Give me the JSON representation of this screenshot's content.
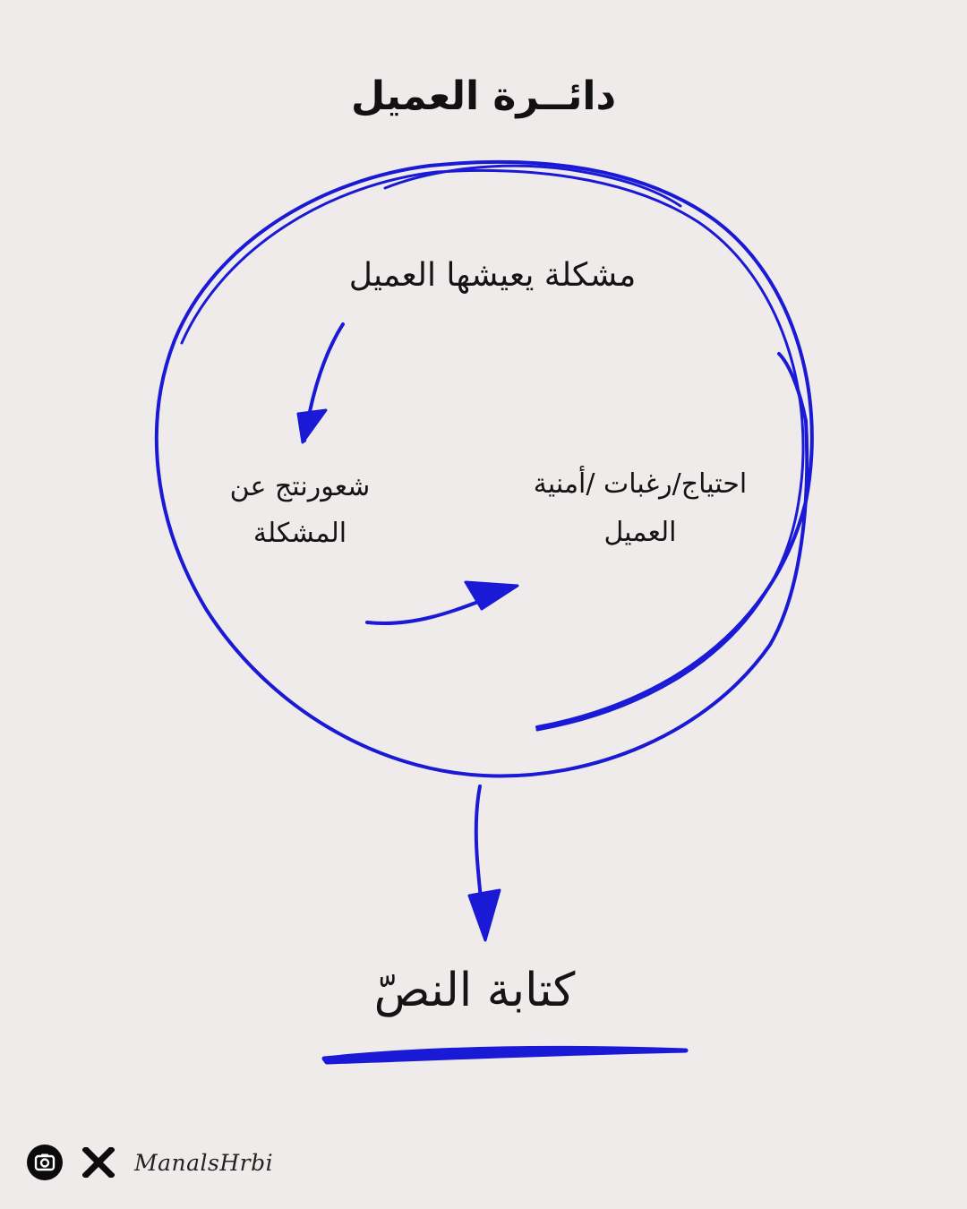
{
  "title": "دائــرة العميل",
  "nodes": {
    "problem": "مشكلة يعيشها العميل",
    "feeling_line1": "شعورنتج عن",
    "feeling_line2": "المشكلة",
    "needs_line1": "احتياج/رغبات /أمنية",
    "needs_line2": "العميل",
    "output": "كتابة النصّ"
  },
  "footer": {
    "handle": "ManalsHrbi",
    "icons": [
      "instagram-icon",
      "x-icon"
    ]
  },
  "colors": {
    "background": "#efebeb",
    "ink_blue": "#1a1ad6",
    "text": "#141414"
  }
}
